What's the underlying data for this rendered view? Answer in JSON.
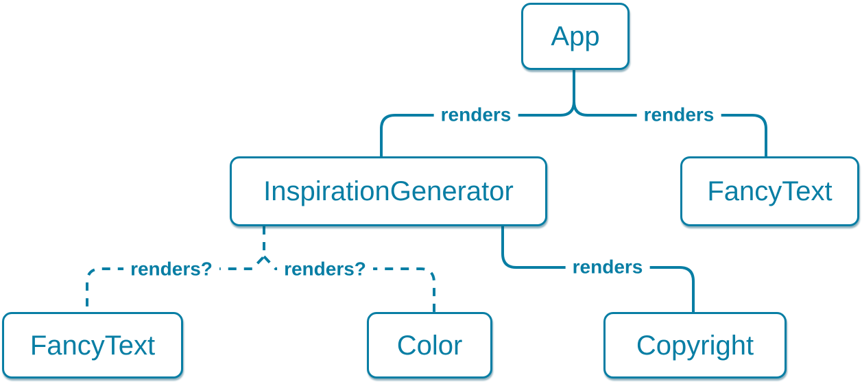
{
  "diagram": {
    "type": "component-render-tree",
    "colors": {
      "accent": "#087ea4",
      "node_fill": "#ffffff",
      "shadow": "rgba(8,82,110,0.45)",
      "background": "#ffffff"
    },
    "nodes": [
      {
        "id": "app",
        "label": "App"
      },
      {
        "id": "inspiration-generator",
        "label": "InspirationGenerator"
      },
      {
        "id": "fancy-text-top",
        "label": "FancyText"
      },
      {
        "id": "fancy-text-bottom",
        "label": "FancyText"
      },
      {
        "id": "color",
        "label": "Color"
      },
      {
        "id": "copyright",
        "label": "Copyright"
      }
    ],
    "edges": [
      {
        "from": "App",
        "to": "InspirationGenerator",
        "label": "renders",
        "style": "solid"
      },
      {
        "from": "App",
        "to": "FancyText",
        "label": "renders",
        "style": "solid"
      },
      {
        "from": "InspirationGenerator",
        "to": "FancyText",
        "label": "renders?",
        "style": "dashed"
      },
      {
        "from": "InspirationGenerator",
        "to": "Color",
        "label": "renders?",
        "style": "dashed"
      },
      {
        "from": "InspirationGenerator",
        "to": "Copyright",
        "label": "renders",
        "style": "solid"
      }
    ]
  }
}
